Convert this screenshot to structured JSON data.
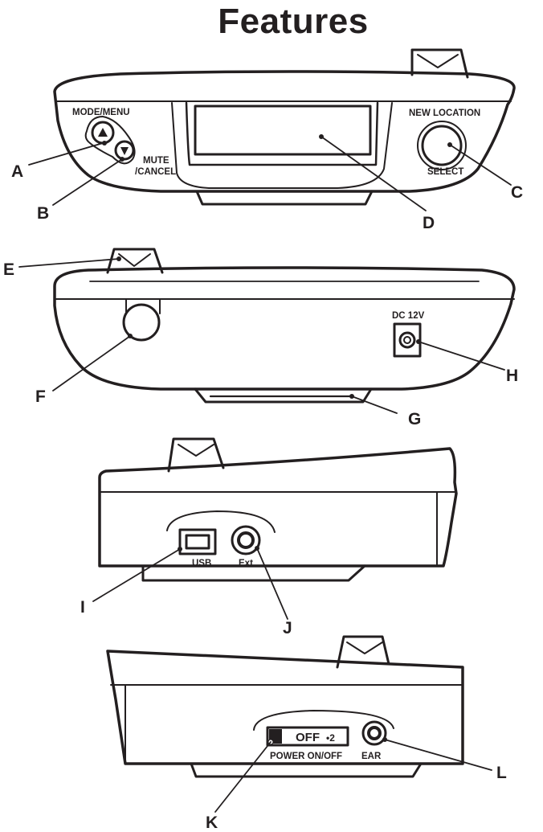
{
  "title": "Features",
  "device_labels": {
    "mode_menu": "MODE/MENU",
    "mute_cancel_1": "MUTE",
    "mute_cancel_2": "/CANCEL",
    "new_location": "NEW LOCATION",
    "select": "SELECT",
    "dc_12v": "DC 12V",
    "usb": "USB",
    "ext": "Ext",
    "switch_off": "OFF",
    "switch_positions": "•2",
    "power_on_off": "POWER ON/OFF",
    "ear": "EAR"
  },
  "callouts": {
    "A": "A",
    "B": "B",
    "C": "C",
    "D": "D",
    "E": "E",
    "F": "F",
    "G": "G",
    "H": "H",
    "I": "I",
    "J": "J",
    "K": "K",
    "L": "L"
  },
  "colors": {
    "ink": "#231f20",
    "background": "#ffffff"
  }
}
